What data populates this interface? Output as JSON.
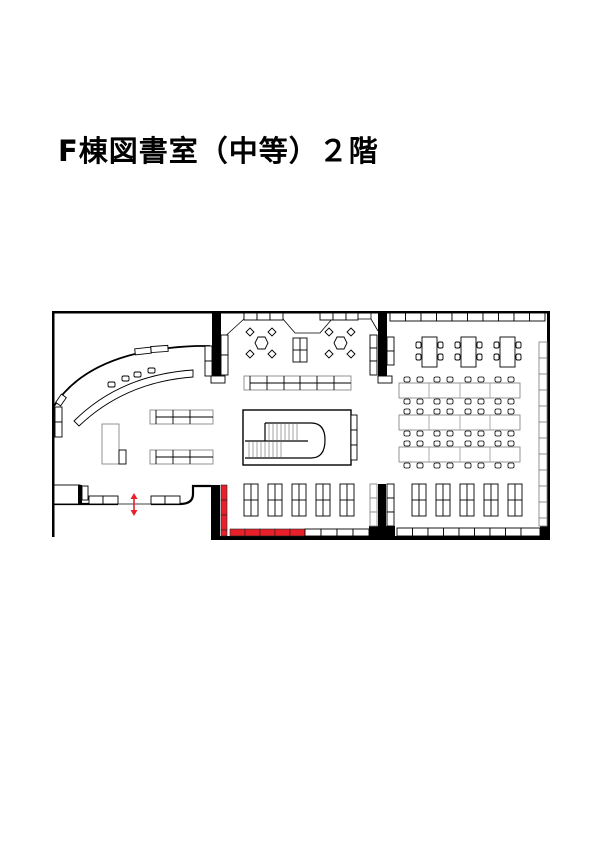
{
  "page": {
    "title": "F棟図書室（中等）２階"
  },
  "map": {
    "floor": "2階",
    "building": "F棟",
    "room": "図書室（中等）",
    "colors": {
      "wall": "#000000",
      "highlight_shelves": "#e8202a",
      "entrance_arrow": "#e8202a",
      "furniture_stroke": "#000000",
      "background": "#ffffff"
    },
    "areas": [
      {
        "name": "west-hall",
        "features": [
          "curved-counter",
          "curved-wall-shelves",
          "desk",
          "2 shelf units",
          "entrance"
        ]
      },
      {
        "name": "central-lounge",
        "features": [
          "4 hexagonal tables",
          "8 diamond stools",
          "shelf unit",
          "long shelf row"
        ]
      },
      {
        "name": "stairwell",
        "features": [
          "U-shaped staircase"
        ]
      },
      {
        "name": "south-stacks",
        "features": [
          "5 double shelves",
          "highlighted red shelves"
        ]
      },
      {
        "name": "east-reading-room",
        "features": [
          "3 tables with 4 chairs",
          "3 long table rows with 32 chairs per pair",
          "5 double shelves",
          "perimeter shelves"
        ]
      }
    ]
  }
}
